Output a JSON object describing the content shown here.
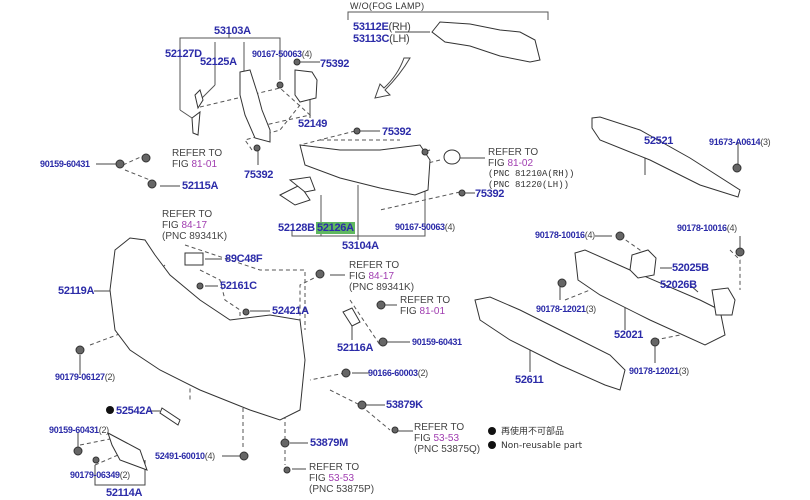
{
  "diagram": {
    "title_fog": "W/O(FOG LAMP)",
    "colors": {
      "part_label": "#2b2ba8",
      "fig_ref": "#a03cb0",
      "highlight": "#5fb85f",
      "line": "#444444"
    },
    "labels": {
      "p53103A": "53103A",
      "p52127D": "52127D",
      "p52125A": "52125A",
      "p90167a": "90167-50063",
      "p90167a_qty": "(4)",
      "p75392a": "75392",
      "p52149": "52149",
      "p53112E": "53112E",
      "p53112E_side": "(RH)",
      "p53113C": "53113C",
      "p53113C_side": "(LH)",
      "p75392b": "75392",
      "p75392c": "75392",
      "p75392d": "75392",
      "p52128B": "52128B",
      "p52126A": "52126A",
      "p53104A": "53104A",
      "p90167b": "90167-50063",
      "p90167b_qty": "(4)",
      "p52521": "52521",
      "p91673": "91673-A0614",
      "p91673_qty": "(3)",
      "p90159a": "90159-60431",
      "p52115A": "52115A",
      "p90178a": "90178-10016",
      "p90178a_qty": "(4)",
      "p90178b": "90178-10016",
      "p90178b_qty": "(4)",
      "p52025B": "52025B",
      "p52026B": "52026B",
      "p90178c": "90178-12021",
      "p90178c_qty": "(3)",
      "p52021": "52021",
      "p90178d": "90178-12021",
      "p90178d_qty": "(3)",
      "p52611": "52611",
      "p89C48F": "89C48F",
      "p52161C": "52161C",
      "p52119A": "52119A",
      "p52421A": "52421A",
      "p52116A": "52116A",
      "p90159b": "90159-60431",
      "p90179a": "90179-06127",
      "p90179a_qty": "(2)",
      "p90166": "90166-60003",
      "p90166_qty": "(2)",
      "p52542A": "52542A",
      "p53879K": "53879K",
      "p90159c": "90159-60431",
      "p90159c_qty": "(2)",
      "p52491": "52491-60010",
      "p52491_qty": "(4)",
      "p53879M": "53879M",
      "p90179b": "90179-06349",
      "p90179b_qty": "(2)",
      "p52114A": "52114A"
    },
    "refs": [
      {
        "line1": "REFER TO",
        "fig_prefix": "FIG ",
        "fig": "81-01"
      },
      {
        "line1": "REFER TO",
        "fig_prefix": "FIG ",
        "fig": "81-02",
        "pnc1": "(PNC 81210A(RH))",
        "pnc2": "(PNC 81220(LH))"
      },
      {
        "line1": "REFER TO",
        "fig_prefix": "FIG ",
        "fig": "84-17",
        "pnc1": "(PNC 89341K)"
      },
      {
        "line1": "REFER TO",
        "fig_prefix": "FIG ",
        "fig": "84-17",
        "pnc1": "(PNC 89341K)"
      },
      {
        "line1": "REFER TO",
        "fig_prefix": "FIG ",
        "fig": "81-01"
      },
      {
        "line1": "REFER TO",
        "fig_prefix": "FIG ",
        "fig": "53-53",
        "pnc1": "(PNC 53875Q)"
      },
      {
        "line1": "REFER TO",
        "fig_prefix": "FIG ",
        "fig": "53-53",
        "pnc1": "(PNC 53875P)"
      }
    ],
    "legend": [
      {
        "text": "再使用不可部品"
      },
      {
        "text": "Non-reusable part"
      }
    ]
  }
}
